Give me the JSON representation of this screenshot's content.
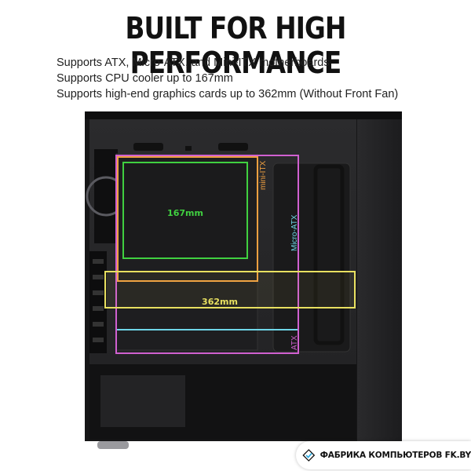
{
  "headline": "BUILT FOR HIGH PERFORMANCE",
  "specs": [
    "Supports ATX, Micro-ATX, and Mini-ITX motherboards",
    "Supports CPU cooler up to 167mm",
    "Supports high-end graphics cards up to 362mm (Without Front Fan)"
  ],
  "case_labels": {
    "mini_itx": "mini-ITX",
    "micro_atx": "Micro-ATX",
    "atx": "ATX",
    "cooler": "167mm",
    "gpu": "362mm"
  },
  "colors": {
    "mini_itx": "#f0a040",
    "micro_atx": "#6fd6e8",
    "atx": "#d060d0",
    "cooler": "#40d040",
    "gpu": "#e8e060"
  },
  "watermark": {
    "text": "ФАБРИКА КОМПЬЮТЕРОВ FK.BY",
    "logo": "diamond-check-logo"
  }
}
